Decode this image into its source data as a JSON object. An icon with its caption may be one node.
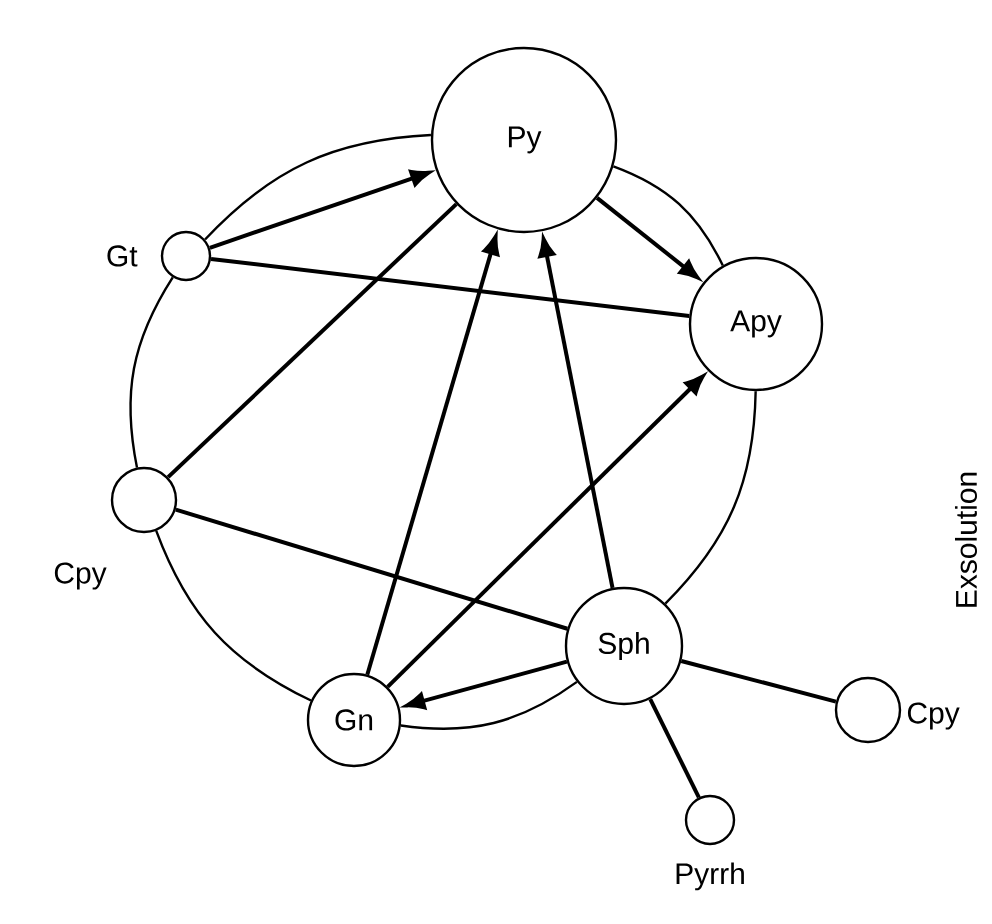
{
  "diagram": {
    "nodes": [
      {
        "text": [
          "Py"
        ]
      },
      {
        "text": [],
        "shape": "circle",
        "beside": [
          "Gt"
        ]
      },
      {
        "text": [
          "Apy"
        ]
      },
      {
        "text": [],
        "shape": "circle",
        "beside": [
          "Cpy"
        ]
      },
      {
        "text": [
          "Sph"
        ]
      },
      {
        "text": [
          "Gn"
        ]
      },
      {
        "text": [],
        "shape": "circle",
        "beside": [
          "Cpy"
        ]
      },
      {
        "text": [],
        "shape": "circle",
        "beside": [
          "Pyrrh"
        ]
      }
    ],
    "edges": [
      {
        "from": 0,
        "to": 1,
        "arrow": "none"
      },
      {
        "from": 1,
        "to": 3,
        "arrow": "none"
      },
      {
        "from": 3,
        "to": 5,
        "arrow": "none"
      },
      {
        "from": 5,
        "to": 4,
        "arrow": "none"
      },
      {
        "from": 4,
        "to": 2,
        "arrow": "none"
      },
      {
        "from": 2,
        "to": 0,
        "arrow": "none"
      },
      {
        "from": 1,
        "to": 0,
        "arrow": "to"
      },
      {
        "from": 1,
        "to": 2,
        "arrow": "none"
      },
      {
        "from": 0,
        "to": 2,
        "arrow": "to"
      },
      {
        "from": 3,
        "to": 0,
        "arrow": "none"
      },
      {
        "from": 5,
        "to": 0,
        "arrow": "to"
      },
      {
        "from": 4,
        "to": 0,
        "arrow": "to"
      },
      {
        "from": 5,
        "to": 2,
        "arrow": "to"
      },
      {
        "from": 3,
        "to": 4,
        "arrow": "none"
      },
      {
        "from": 4,
        "to": 5,
        "arrow": "to"
      },
      {
        "from": 4,
        "to": 6,
        "arrow": "none"
      },
      {
        "from": 4,
        "to": 7,
        "arrow": "none"
      }
    ],
    "labels": [
      "Exsolution"
    ]
  }
}
